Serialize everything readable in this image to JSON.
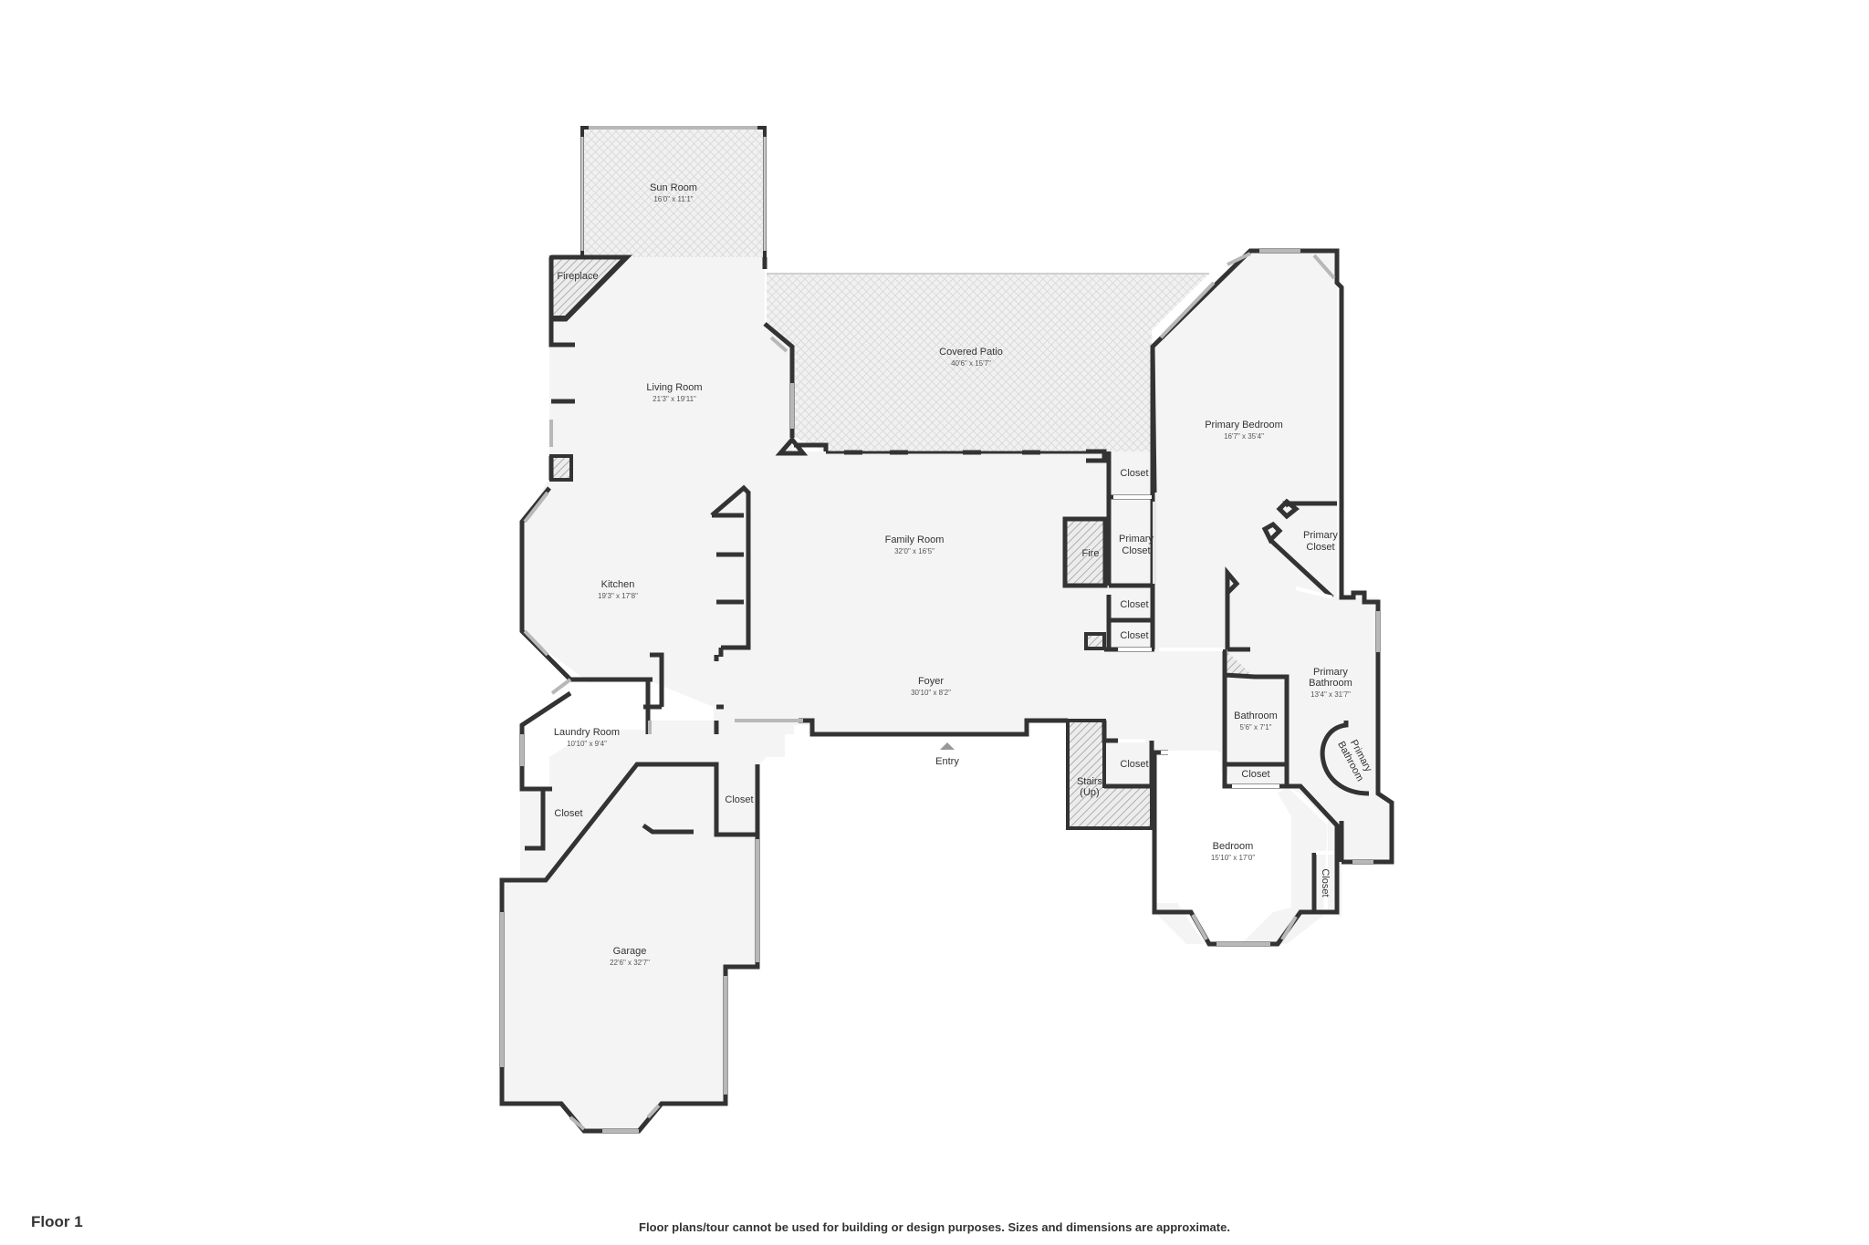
{
  "floor_label": "Floor 1",
  "disclaimer": "Floor plans/tour cannot be used for building or design purposes. Sizes and dimensions are approximate.",
  "colors": {
    "wall": "#333333",
    "floor": "#f4f4f4",
    "patio_hatch": "#dcdcdc",
    "window": "#b8b8b8",
    "background": "#ffffff"
  },
  "rooms": {
    "sun_room": {
      "name": "Sun Room",
      "dim": "16'0\" x 11'1\""
    },
    "covered_patio": {
      "name": "Covered Patio",
      "dim": "40'6\" x 15'7\""
    },
    "living_room": {
      "name": "Living Room",
      "dim": "21'3\" x 19'11\""
    },
    "kitchen": {
      "name": "Kitchen",
      "dim": "19'3\" x 17'8\""
    },
    "family_room": {
      "name": "Family Room",
      "dim": "32'0\" x 16'5\""
    },
    "foyer": {
      "name": "Foyer",
      "dim": "30'10\" x 8'2\""
    },
    "laundry_room": {
      "name": "Laundry Room",
      "dim": "10'10\" x 9'4\""
    },
    "garage": {
      "name": "Garage",
      "dim": "22'6\" x 32'7\""
    },
    "primary_bedroom": {
      "name": "Primary Bedroom",
      "dim": "16'7\" x 35'4\""
    },
    "primary_bathroom": {
      "name_line1": "Primary",
      "name_line2": "Bathroom",
      "dim": "13'4\" x 31'7\""
    },
    "primary_bathroom_alcove": {
      "name_line1": "Primary",
      "name_line2": "Bathroom"
    },
    "primary_closet_right": {
      "name_line1": "Primary",
      "name_line2": "Closet"
    },
    "primary_closet_mid": {
      "name_line1": "Primary",
      "name_line2": "Closet"
    },
    "bathroom": {
      "name": "Bathroom",
      "dim": "5'6\" x 7'1\""
    },
    "bedroom": {
      "name": "Bedroom",
      "dim": "15'10\" x 17'0\""
    },
    "stairs": {
      "name_line1": "Stairs",
      "name_line2": "(Up)"
    }
  },
  "labels": {
    "fireplace": "Fireplace",
    "fire": "Fire",
    "entry": "Entry",
    "closet": "Closet"
  }
}
